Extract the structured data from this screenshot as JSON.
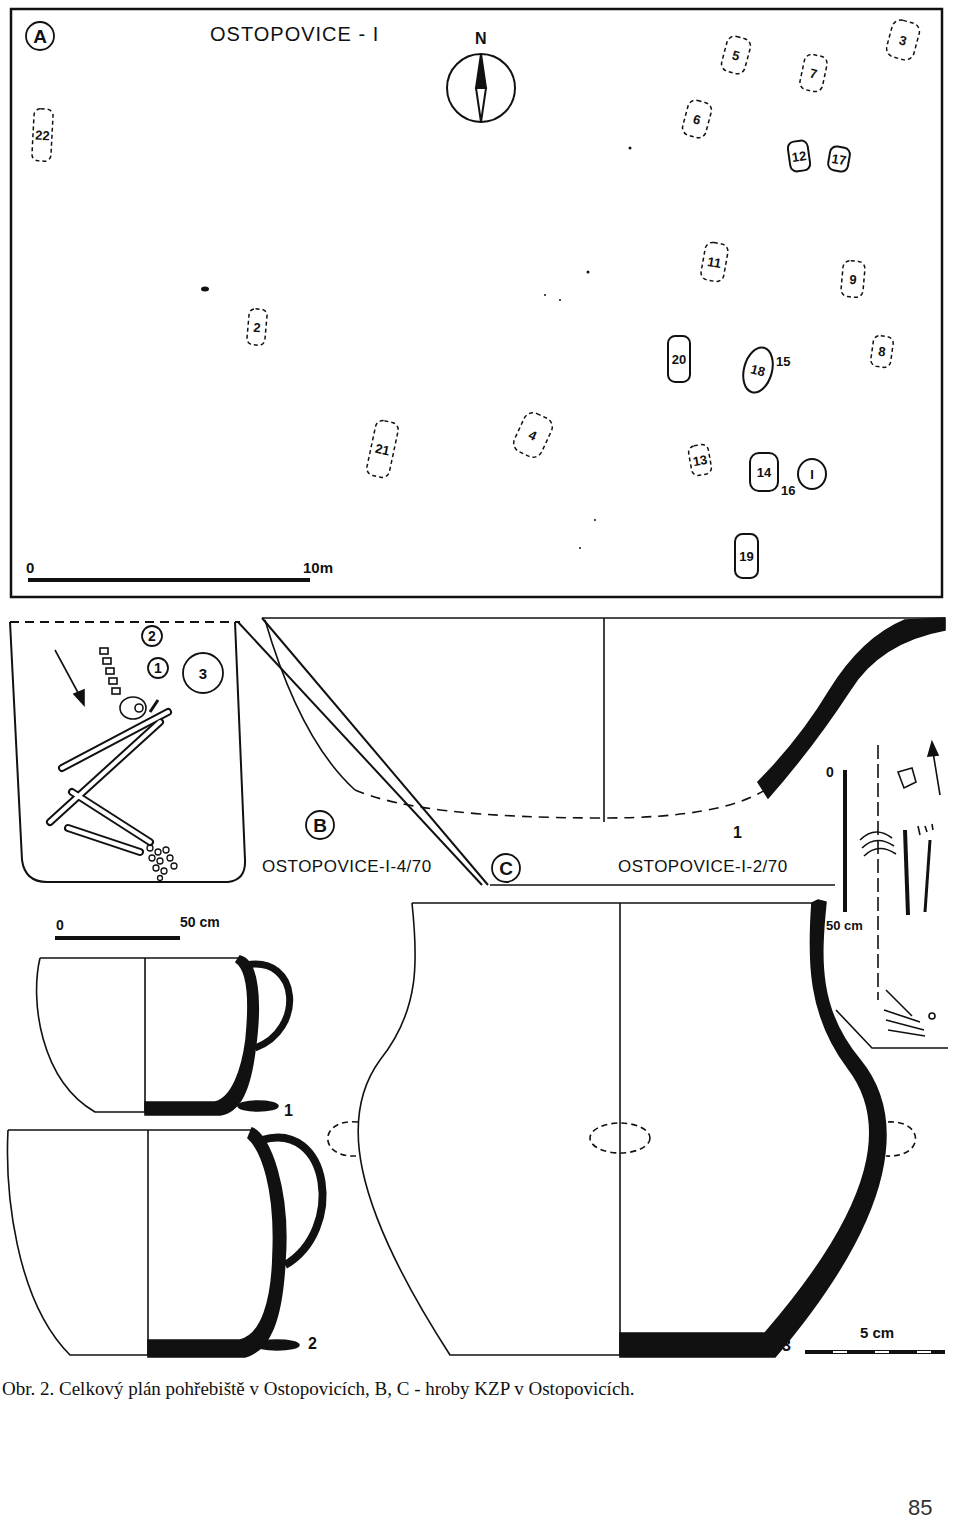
{
  "diagram": {
    "caption": "Obr. 2. Celkový plán pohřebiště v Ostopovicích, B, C - hroby KZP v Ostopovicích.",
    "nodes": [
      {
        "text": [
          "OSTOPOVICE - I"
        ]
      },
      {
        "text": [
          "A"
        ],
        "in": 0
      },
      {
        "text": [
          "22"
        ],
        "in": 0
      },
      {
        "text": [
          "5"
        ],
        "in": 0
      },
      {
        "text": [
          "7"
        ],
        "in": 0
      },
      {
        "text": [
          "3"
        ],
        "in": 0
      },
      {
        "text": [
          "6"
        ],
        "in": 0
      },
      {
        "text": [
          "12"
        ],
        "in": 0
      },
      {
        "text": [
          "17"
        ],
        "in": 0
      },
      {
        "text": [
          "11"
        ],
        "in": 0
      },
      {
        "text": [
          "9"
        ],
        "in": 0
      },
      {
        "text": [
          "2"
        ],
        "in": 0
      },
      {
        "text": [
          "20"
        ],
        "in": 0
      },
      {
        "text": [
          "18"
        ],
        "in": 0
      },
      {
        "text": [
          "8"
        ],
        "in": 0
      },
      {
        "text": [
          "21"
        ],
        "in": 0
      },
      {
        "text": [
          "4"
        ],
        "in": 0
      },
      {
        "text": [
          "13"
        ],
        "in": 0
      },
      {
        "text": [
          "14"
        ],
        "in": 0
      },
      {
        "text": [
          "I"
        ],
        "in": 0
      },
      {
        "text": [
          "19"
        ],
        "in": 0
      },
      {
        "text": [
          "2"
        ]
      },
      {
        "text": [
          "1"
        ]
      },
      {
        "text": [
          "3"
        ]
      },
      {
        "text": [
          "B"
        ]
      },
      {
        "text": [
          "C"
        ]
      }
    ],
    "labels": [
      "N",
      "15",
      "16",
      "0",
      "10m",
      "OSTOPOVICE-I-4/70",
      "0",
      "50 cm",
      "OSTOPOVICE-I-2/70",
      "1",
      "0",
      "50 cm",
      "1",
      "2",
      "3",
      "5 cm",
      "85"
    ]
  }
}
